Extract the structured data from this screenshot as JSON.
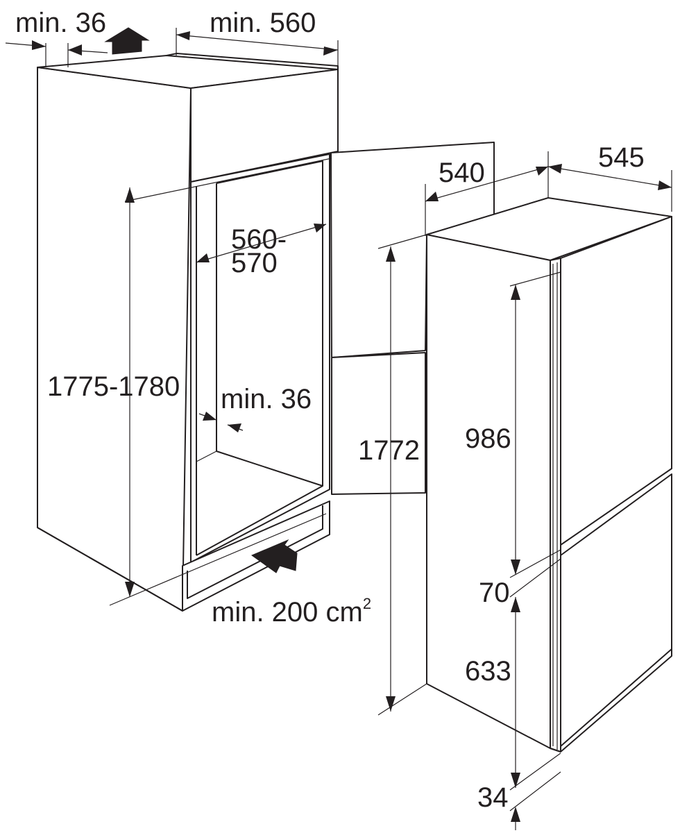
{
  "labels": {
    "cabinet_rear_gap": "min. 36",
    "cabinet_width": "min. 560",
    "niche_width": "560-",
    "niche_width_2": "570",
    "niche_height": "1775-1780",
    "side_gap": "min. 36",
    "vent_area": "min. 200 cm",
    "vent_area_sup": "2",
    "appliance_depth": "540",
    "appliance_width": "545",
    "appliance_height": "1772",
    "upper_door": "986",
    "door_gap": "70",
    "lower_door": "633",
    "plinth": "34"
  },
  "colors": {
    "ink": "#231f20",
    "background": "#ffffff"
  }
}
